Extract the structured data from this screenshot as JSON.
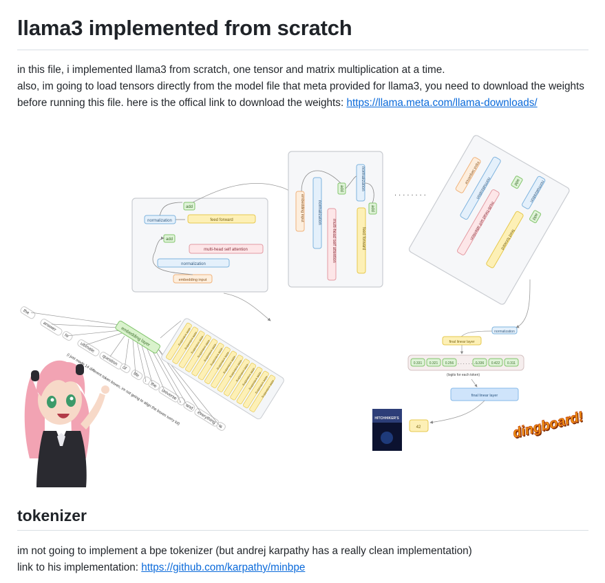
{
  "doc": {
    "title": "llama3 implemented from scratch",
    "intro_line1": "in this file, i implemented llama3 from scratch, one tensor and matrix multiplication at a time.",
    "intro_line2": "also, im going to load tensors directly from the model file that meta provided for llama3, you need to download the weights before running this file. here is the offical link to download the weights: ",
    "intro_link": "https://llama.meta.com/llama-downloads/",
    "tokenizer_heading": "tokenizer",
    "tokenizer_line1": "im not going to implement a bpe tokenizer (but andrej karpathy has a really clean implementation)",
    "tokenizer_line2": "link to his implementation: ",
    "tokenizer_link": "https://github.com/karpathy/minbpe"
  },
  "diagram": {
    "block1": {
      "add_top": "add",
      "normalization": "normalization",
      "feed_forward": "feed forward",
      "add_mid": "add",
      "attention": "multi-head self attention",
      "normalization2": "normalization",
      "embedding_input": "embedding input"
    },
    "block2": {
      "embedding_input": "embedding input",
      "normalization": "normalization",
      "attention": "multi-head self attention",
      "add1": "add",
      "normalization2": "normalization",
      "add2": "add",
      "feed_forward": "feed forward"
    },
    "dots_between": ". . . . . . . .",
    "block3": {
      "input_seq": "input sequence",
      "normalization": "normalization",
      "attention": "multi-head self attention",
      "add1": "add",
      "normalization2": "normalization",
      "feed_forward": "feed forward",
      "add2": "add"
    },
    "tokens": [
      "the",
      "answer",
      "to",
      "ultimate",
      "question",
      "of",
      "life",
      ",",
      "the",
      "universe",
      ",",
      "and",
      "everything",
      "is"
    ],
    "embedding_layer": "embedding layer",
    "embedding_rows": [
      "4096 embedding",
      "4096 embedding",
      "4096 embedding",
      "4096 embedding",
      "4096 embedding",
      "4096 embedding",
      "4096 embedding",
      "4096 embedding",
      "4096 embedding",
      "4096 embedding",
      "4096 embedding",
      "4096 embedding",
      "4096 embedding",
      "4096 embedding"
    ],
    "token_note": "(i just made 14 different token boxes, im not going to align the boxes sorry lol)",
    "output_norm": "normalization",
    "final_linear_top": "final linear layer",
    "logits": [
      "0.331",
      "0.321",
      "0.256",
      "0.336",
      "0.422",
      "0.311"
    ],
    "logits_dots": ". . . . . . . .",
    "logits_caption": "(logits for each token)",
    "final_linear": "final linear layer",
    "answer": "42",
    "movie_title": "HITCHHIKER'S",
    "brand": "dingboard!"
  }
}
